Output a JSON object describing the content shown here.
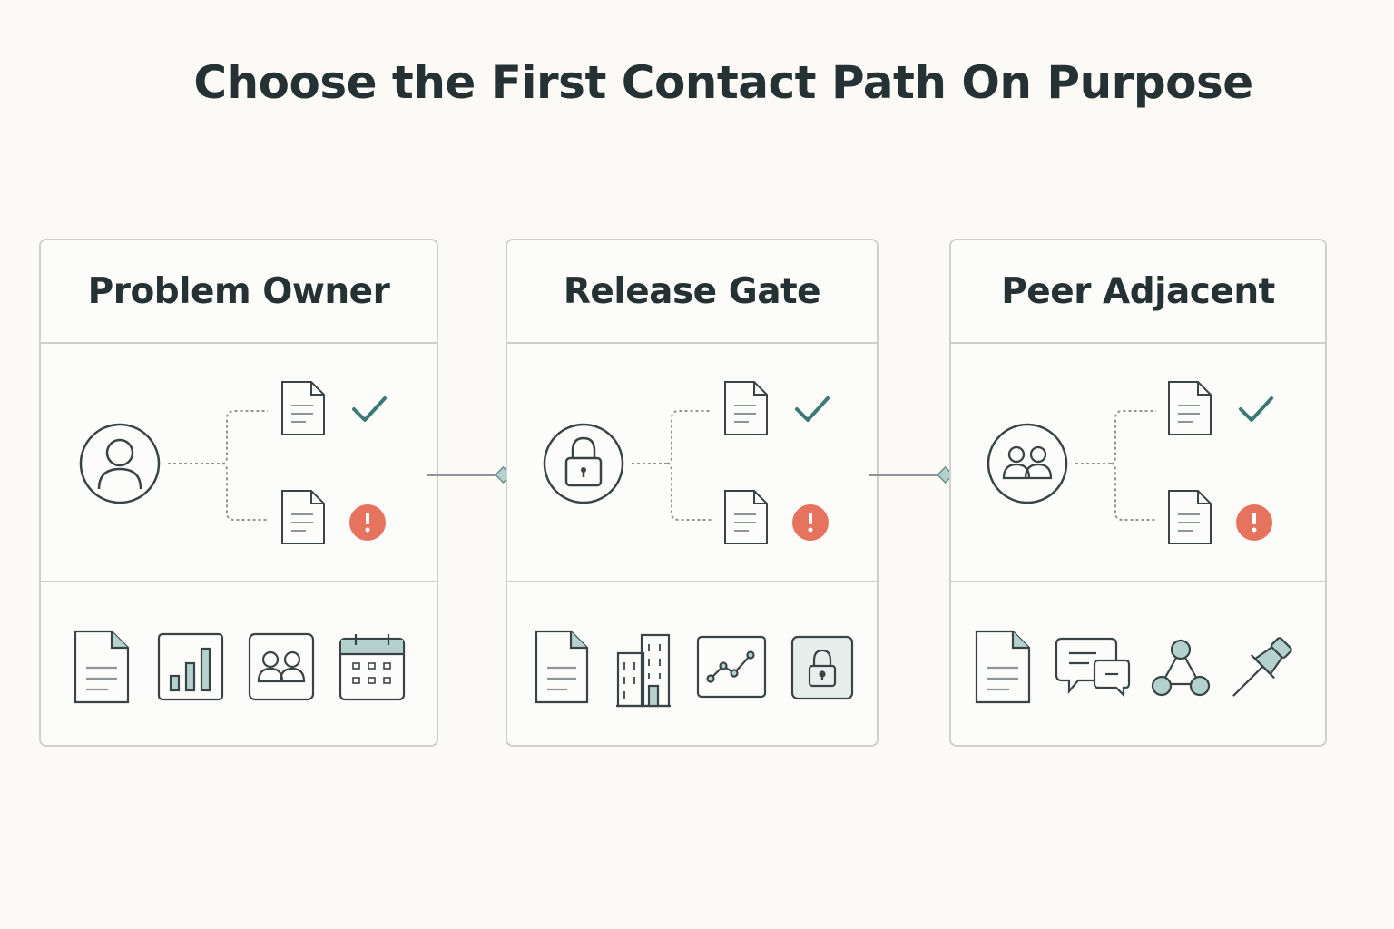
{
  "title": "Choose the First Contact Path On Purpose",
  "colors": {
    "ink": "#3a4446",
    "accent": "#3d7a76",
    "accent_fill": "#b4d1cd",
    "alert": "#e5735e",
    "border": "#cfcfcc"
  },
  "cards": [
    {
      "label": "Problem Owner",
      "source_icon": "person-icon",
      "branches": [
        "document-approved",
        "document-flagged"
      ],
      "tools": [
        "document-icon",
        "bar-chart-icon",
        "team-icon",
        "calendar-icon"
      ]
    },
    {
      "label": "Release Gate",
      "source_icon": "padlock-icon",
      "branches": [
        "document-approved",
        "document-flagged"
      ],
      "tools": [
        "document-icon",
        "buildings-icon",
        "line-chart-icon",
        "lock-icon"
      ]
    },
    {
      "label": "Peer Adjacent",
      "source_icon": "group-icon",
      "branches": [
        "document-approved",
        "document-flagged"
      ],
      "tools": [
        "document-icon",
        "chat-bubbles-icon",
        "network-icon",
        "pushpin-icon"
      ]
    }
  ]
}
